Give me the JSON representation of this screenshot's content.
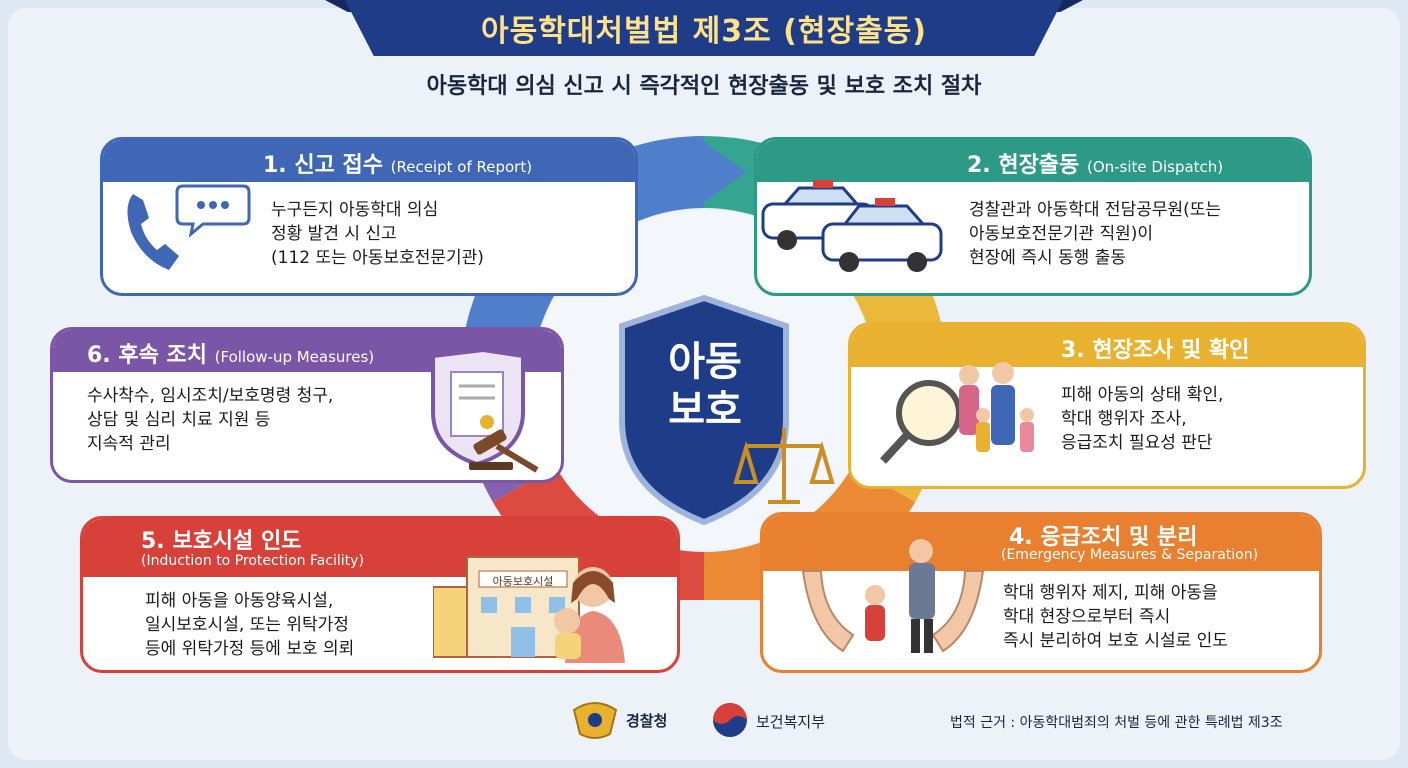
{
  "title": "아동학대처벌법 제3조 (현장출동)",
  "subtitle": "아동학대 의심 신고 시 즉각적인 현장출동 및 보호 조치 절차",
  "center": {
    "line1": "아동",
    "line2": "보호"
  },
  "steps": [
    {
      "heading": "1. 신고 접수",
      "heading_en": "(Receipt of Report)",
      "lines": [
        "누구든지 아동학대 의심",
        "정황 발견 시 신고",
        "(112 또는 아동보호전문기관)"
      ]
    },
    {
      "heading": "2. 현장출동",
      "heading_en": "(On-site Dispatch)",
      "lines": [
        "경찰관과 아동학대 전담공무원(또는",
        "아동보호전문기관 직원)이",
        "현장에 즉시 동행 출동"
      ]
    },
    {
      "heading": "3. 현장조사 및 확인",
      "heading_en": "",
      "lines": [
        "피해 아동의 상태 확인,",
        "학대 행위자 조사,",
        "응급조치 필요성 판단"
      ]
    },
    {
      "heading": "4. 응급조치 및 분리",
      "heading_en": "(Emergency Measures & Separation)",
      "lines": [
        "학대 행위자 제지, 피해 아동을",
        "학대 현장으로부터 즉시",
        "즉시 분리하여 보호 시설로 인도"
      ]
    },
    {
      "heading": "5. 보호시설 인도",
      "heading_en": "(Induction to Protection Facility)",
      "lines": [
        "피해 아동을 아동양육시설,",
        "일시보호시설, 또는 위탁가정",
        "등에 위탁가정 등에 보호 의뢰"
      ]
    },
    {
      "heading": "6. 후속 조치",
      "heading_en": "(Follow-up Measures)",
      "lines": [
        "수사착수, 임시조치/보호명령 청구,",
        "상담 및 심리 치료 지원 등",
        "지속적 관리"
      ]
    }
  ],
  "facility_sign": "아동보호시설",
  "footer": {
    "police": "경찰청",
    "ministry": "보건복지부",
    "legal_basis": "법적 근거 : 아동학대범죄의 처벌 등에 관한 특례법 제3조"
  },
  "colors": {
    "step1": "#3f67b5",
    "step2": "#2c9a86",
    "step3": "#e8b230",
    "step4": "#e8802f",
    "step5": "#d8403a",
    "step6": "#7b55a6",
    "title_bg": "#1f3c88",
    "title_text": "#ffe38a",
    "shield": "#1f3c88"
  }
}
